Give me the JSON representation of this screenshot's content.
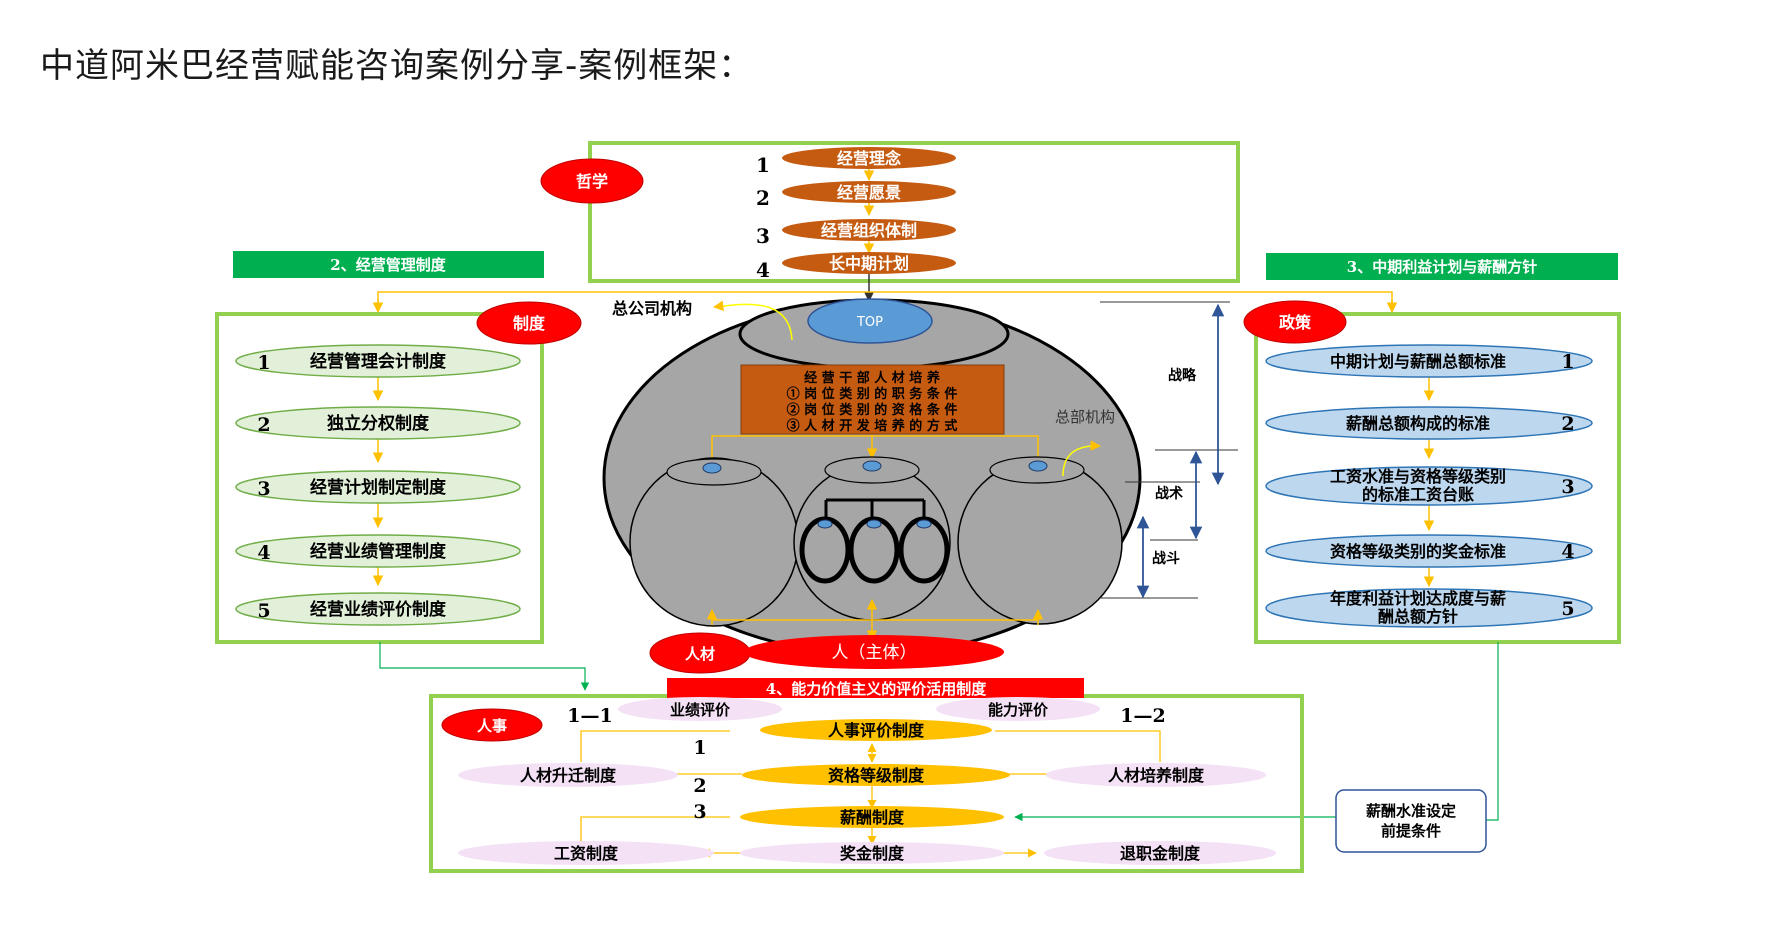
{
  "title": "中道阿米巴经营赋能咨询案例分享-案例框架：",
  "colors": {
    "green_border": "#92d050",
    "green_banner": "#00b050",
    "red": "#ff0000",
    "orange": "#c55a11",
    "light_green": "#e2f0d9",
    "light_blue": "#bdd7ee",
    "gray": "#a6a6a6",
    "gold": "#ffc000",
    "pink": "#f4e1f6",
    "top_blue": "#5b9bd5"
  },
  "philosophy": {
    "badge": "哲学",
    "items": [
      {
        "num": "1",
        "label": "经营理念"
      },
      {
        "num": "2",
        "label": "经营愿景"
      },
      {
        "num": "3",
        "label": "经营组织体制"
      },
      {
        "num": "4",
        "label": "长中期计划"
      }
    ]
  },
  "system": {
    "banner": "2、经营管理制度",
    "badge": "制度",
    "items": [
      {
        "num": "1",
        "label": "经营管理会计制度"
      },
      {
        "num": "2",
        "label": "独立分权制度"
      },
      {
        "num": "3",
        "label": "经营计划制定制度"
      },
      {
        "num": "4",
        "label": "经营业绩管理制度"
      },
      {
        "num": "5",
        "label": "经营业绩评价制度"
      }
    ]
  },
  "policy": {
    "banner": "3、中期利益计划与薪酬方针",
    "badge": "政策",
    "items": [
      {
        "num": "1",
        "lines": [
          "中期计划与薪酬总额标准"
        ]
      },
      {
        "num": "2",
        "lines": [
          "薪酬总额构成的标准"
        ]
      },
      {
        "num": "3",
        "lines": [
          "工资水准与资格等级类别",
          "的标准工资台账"
        ]
      },
      {
        "num": "4",
        "lines": [
          "资格等级类别的奖金标准"
        ]
      },
      {
        "num": "5",
        "lines": [
          "年度利益计划达成度与薪",
          "酬总额方针"
        ]
      }
    ]
  },
  "org": {
    "top_label": "TOP",
    "head_office": "总公司机构",
    "hq": "总部机构",
    "training_lines": [
      "经 营 干 部 人 材 培 养",
      "① 岗 位 类 别 的 职 务 条 件",
      "② 岗 位 类 别 的 资 格 条 件",
      "③ 人 材 开 发 培 养 的 方 式"
    ],
    "levels": [
      "战略",
      "战术",
      "战斗"
    ],
    "talent_badge": "人材",
    "subject": "人（主体）"
  },
  "hr": {
    "banner": "4、能力价值主义的评价活用制度",
    "badge": "人事",
    "perf_eval": "业绩评价",
    "ability_eval": "能力评价",
    "code_left": "1—1",
    "code_right": "1—2",
    "center": [
      {
        "num": "",
        "label": "人事评价制度"
      },
      {
        "num": "1",
        "label": "资格等级制度"
      },
      {
        "num": "3",
        "label": "薪酬制度"
      },
      {
        "num": "",
        "label": "奖金制度"
      }
    ],
    "num_2": "2",
    "promotion": "人材升迁制度",
    "training": "人材培养制度",
    "wage": "工资制度",
    "retirement": "退职金制度",
    "salary_note_lines": [
      "薪酬水准设定",
      "前提条件"
    ]
  }
}
